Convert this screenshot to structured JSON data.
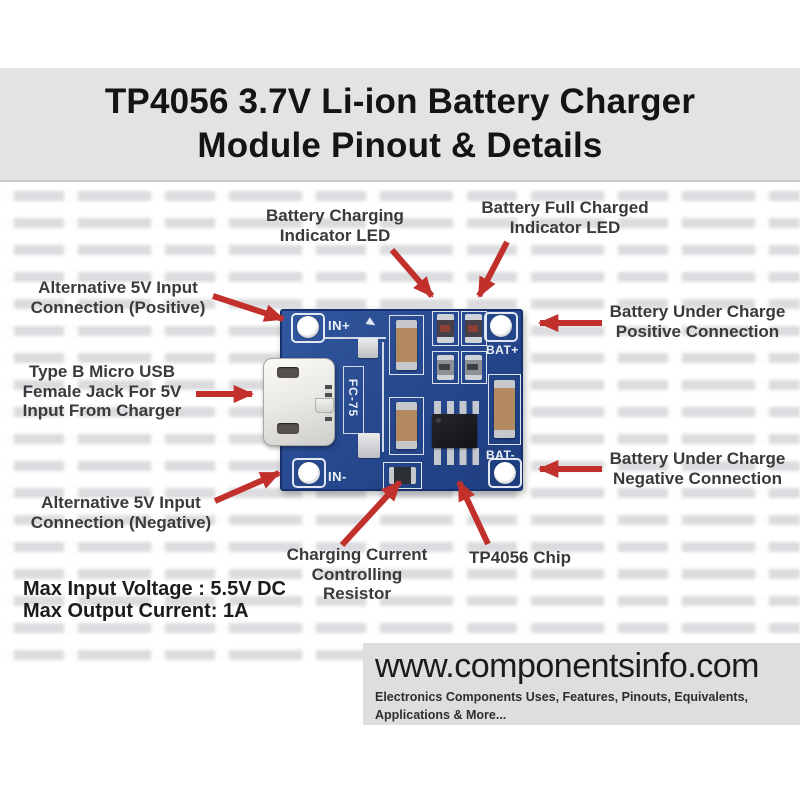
{
  "title": "TP4056 3.7V Li-ion Battery Charger\nModule Pinout & Details",
  "callouts": {
    "charging_led": "Battery Charging\nIndicator LED",
    "full_led": "Battery Full Charged\nIndicator LED",
    "alt_pos": "Alternative 5V Input\nConnection (Positive)",
    "usb_jack": "Type B Micro USB\nFemale Jack For 5V\nInput From Charger",
    "alt_neg": "Alternative 5V Input\nConnection (Negative)",
    "bat_pos": "Battery Under Charge\nPositive Connection",
    "bat_neg": "Battery Under Charge\nNegative Connection",
    "prog_resistor": "Charging Current\nControlling\nResistor",
    "chip": "TP4056 Chip"
  },
  "specs": "Max Input Voltage : 5.5V DC\nMax Output Current: 1A",
  "board_silkscreen": {
    "in_plus": "IN+",
    "in_minus": "IN-",
    "bat_plus": "BAT+",
    "bat_minus": "BAT-",
    "usb_marking": "FC-75"
  },
  "footer": {
    "site": "www.componentsinfo.com",
    "tagline": "Electronics Components Uses, Features, Pinouts, Equivalents,\nApplications & More..."
  },
  "colors": {
    "arrow_red": "#c1302b",
    "pcb_blue": "#27498f",
    "banner_gray": "#e3e3e6",
    "footer_gray": "#dededf",
    "label_text": "#3a3a3c"
  }
}
